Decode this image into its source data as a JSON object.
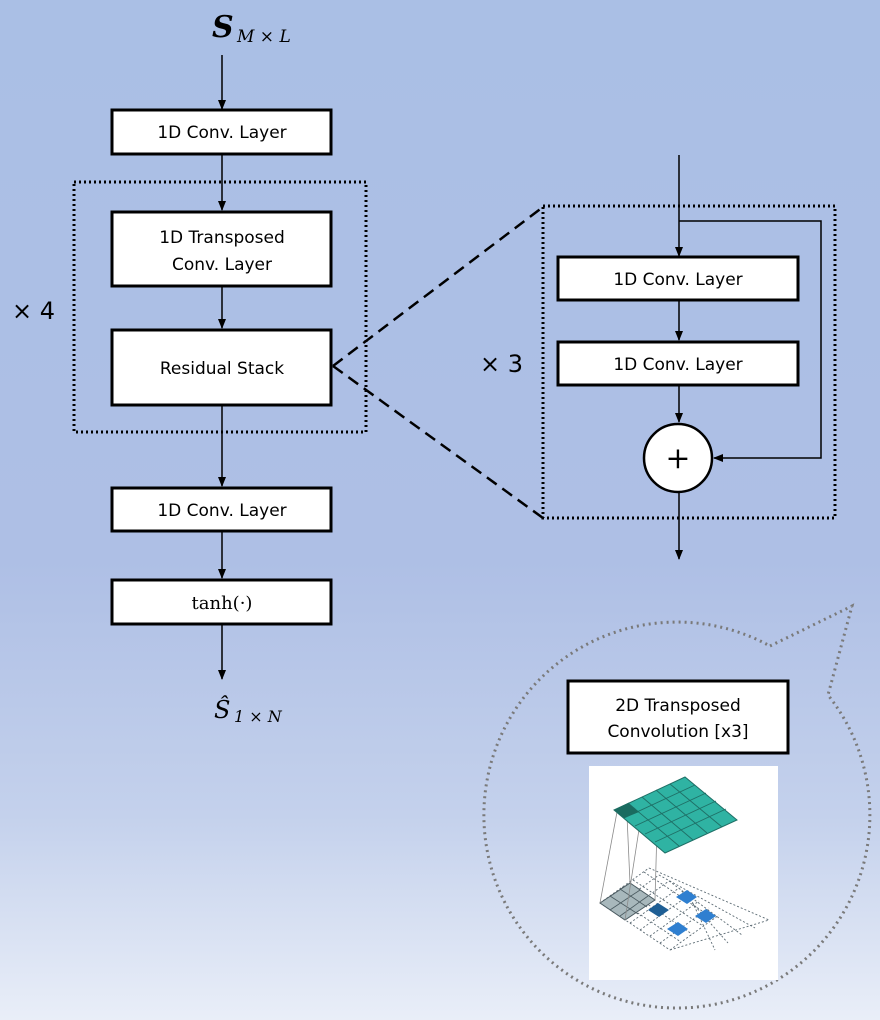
{
  "input_symbol": {
    "main": "S",
    "subscript": "M × L"
  },
  "output_symbol": {
    "main": "Ŝ",
    "subscript": "1 × N"
  },
  "boxes": {
    "conv_in": "1D Conv. Layer",
    "transposed": [
      "1D Transposed",
      "Conv. Layer"
    ],
    "residual": "Residual Stack",
    "conv_out": "1D Conv. Layer",
    "tanh": "tanh(·)",
    "res_conv_1": "1D Conv. Layer",
    "res_conv_2": "1D Conv. Layer",
    "callout_title": [
      "2D Transposed",
      "Convolution [x3]"
    ]
  },
  "repeat_outer": "× 4",
  "repeat_inner": "× 3",
  "adder_symbol": "+",
  "colors": {
    "background": "#aebfe5",
    "teal": "#2fb3a3",
    "blue": "#2f7fd0",
    "grey_cell": "#a8b8bc"
  }
}
